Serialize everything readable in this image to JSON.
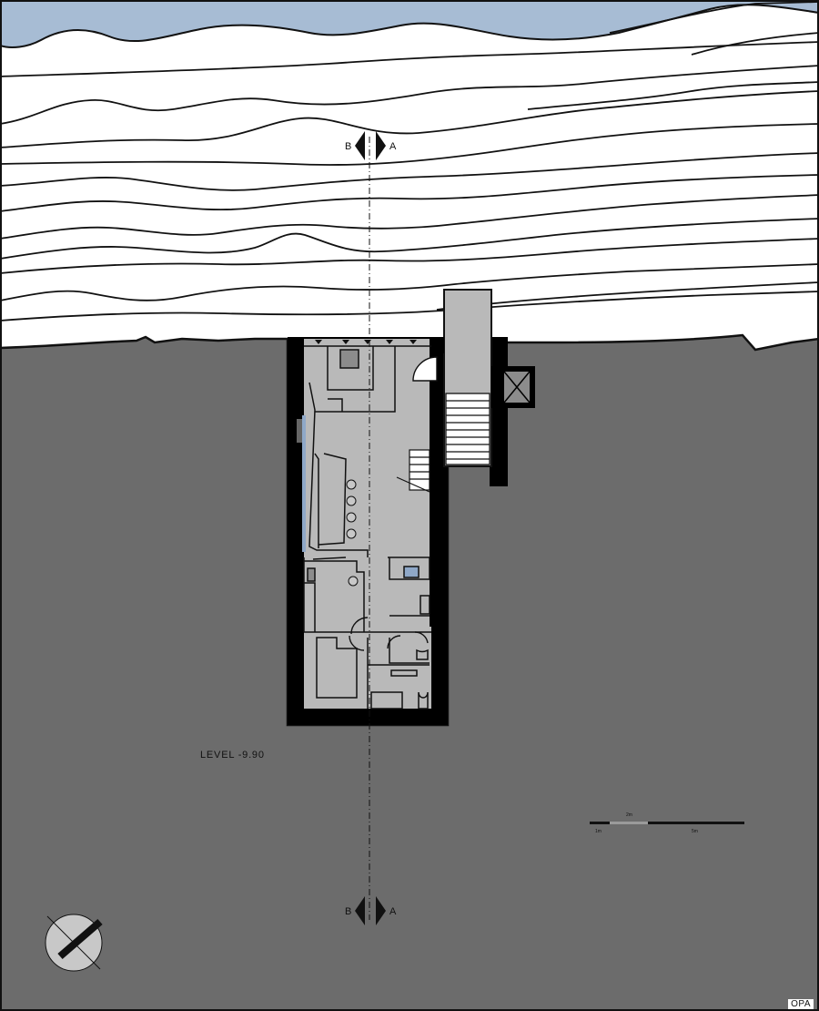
{
  "drawing": {
    "level_label": "LEVEL -9.90",
    "section_markers": [
      {
        "left": "B",
        "right": "A"
      },
      {
        "left": "B",
        "right": "A"
      }
    ],
    "scale_bar": {
      "mid_label": "2m",
      "start_label": "1m",
      "end_label": "5m"
    },
    "credit": "OPA",
    "colors": {
      "sky": "#a7bcd4",
      "earth": "#6c6c6c",
      "interior": "#b9b9b9",
      "wall": "#000000",
      "strata_line": "#111111"
    },
    "icons": [
      "section-marker-icon",
      "north-arrow-icon",
      "scale-bar-icon"
    ]
  }
}
